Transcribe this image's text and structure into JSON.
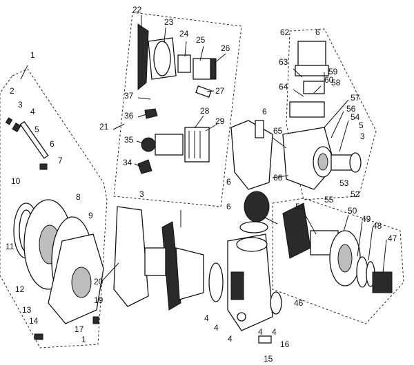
{
  "callouts": [
    {
      "id": "c1a",
      "text": "1"
    },
    {
      "id": "c2",
      "text": "2"
    },
    {
      "id": "c3a",
      "text": "3"
    },
    {
      "id": "c4a",
      "text": "4"
    },
    {
      "id": "c5a",
      "text": "5"
    },
    {
      "id": "c6a",
      "text": "6"
    },
    {
      "id": "c7",
      "text": "7"
    },
    {
      "id": "c8",
      "text": "8"
    },
    {
      "id": "c9",
      "text": "9"
    },
    {
      "id": "c10",
      "text": "10"
    },
    {
      "id": "c11",
      "text": "11"
    },
    {
      "id": "c12",
      "text": "12"
    },
    {
      "id": "c13",
      "text": "13"
    },
    {
      "id": "c14",
      "text": "14"
    },
    {
      "id": "c17",
      "text": "17"
    },
    {
      "id": "c1b",
      "text": "1"
    },
    {
      "id": "c19",
      "text": "19"
    },
    {
      "id": "c20",
      "text": "20"
    },
    {
      "id": "c21",
      "text": "21"
    },
    {
      "id": "c22",
      "text": "22"
    },
    {
      "id": "c23",
      "text": "23"
    },
    {
      "id": "c24",
      "text": "24"
    },
    {
      "id": "c25",
      "text": "25"
    },
    {
      "id": "c26",
      "text": "26"
    },
    {
      "id": "c27",
      "text": "27"
    },
    {
      "id": "c28",
      "text": "28"
    },
    {
      "id": "c29",
      "text": "29"
    },
    {
      "id": "c37",
      "text": "37"
    },
    {
      "id": "c36",
      "text": "36"
    },
    {
      "id": "c35",
      "text": "35"
    },
    {
      "id": "c34",
      "text": "34"
    },
    {
      "id": "c3b",
      "text": "3"
    },
    {
      "id": "c62",
      "text": "62"
    },
    {
      "id": "c6b",
      "text": "6"
    },
    {
      "id": "c63",
      "text": "63"
    },
    {
      "id": "c59",
      "text": "59"
    },
    {
      "id": "c60",
      "text": "60"
    },
    {
      "id": "c64",
      "text": "64"
    },
    {
      "id": "c58",
      "text": "58"
    },
    {
      "id": "c57",
      "text": "57"
    },
    {
      "id": "c56",
      "text": "56"
    },
    {
      "id": "c54",
      "text": "54"
    },
    {
      "id": "c5b",
      "text": "5"
    },
    {
      "id": "c3c",
      "text": "3"
    },
    {
      "id": "c6c",
      "text": "6"
    },
    {
      "id": "c65",
      "text": "65"
    },
    {
      "id": "c66",
      "text": "66"
    },
    {
      "id": "c53",
      "text": "53"
    },
    {
      "id": "c55",
      "text": "55"
    },
    {
      "id": "c52",
      "text": "52"
    },
    {
      "id": "c6d",
      "text": "6"
    },
    {
      "id": "c6e",
      "text": "6"
    },
    {
      "id": "c51",
      "text": "51"
    },
    {
      "id": "c50",
      "text": "50"
    },
    {
      "id": "c49",
      "text": "49"
    },
    {
      "id": "c48",
      "text": "48"
    },
    {
      "id": "c47",
      "text": "47"
    },
    {
      "id": "c46",
      "text": "46"
    },
    {
      "id": "c4b",
      "text": "4"
    },
    {
      "id": "c4c",
      "text": "4"
    },
    {
      "id": "c4d",
      "text": "4"
    },
    {
      "id": "c4e",
      "text": "4"
    },
    {
      "id": "c16",
      "text": "16"
    },
    {
      "id": "c15",
      "text": "15"
    },
    {
      "id": "c4f",
      "text": "4"
    }
  ]
}
